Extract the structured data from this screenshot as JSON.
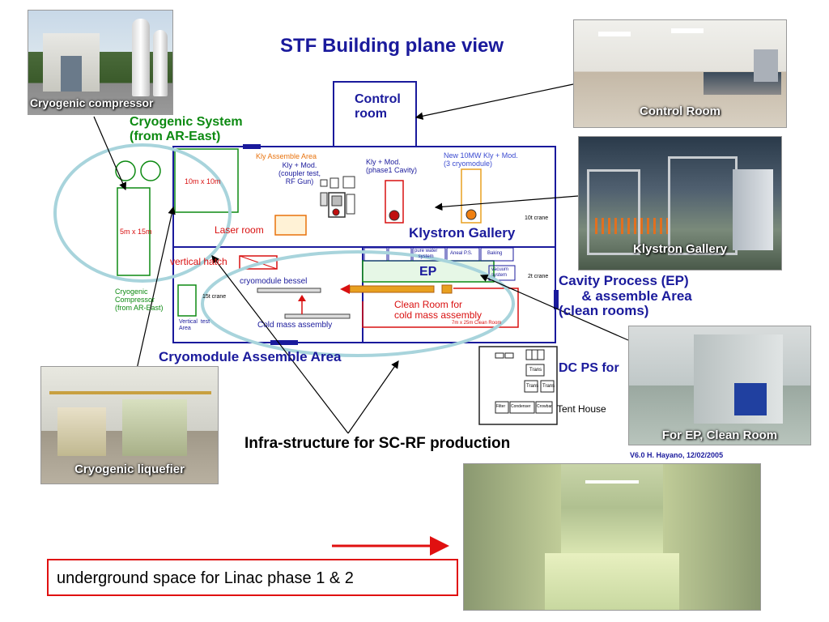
{
  "title": "STF Building plane view",
  "labels": {
    "control_room": "Control\nroom",
    "cryogenic_system": "Cryogenic System\n(from AR-East)",
    "area_10x10": "10m x 10m",
    "area_5x15": "5m x 15m",
    "kly_assemble_area": "Kly Assemble Area",
    "kly_mod_coupler": "Kly + Mod.\n(coupler test,\nRF Gun)",
    "kly_mod_phase1": "Kly + Mod.\n(phase1 Cavity)",
    "new_10mw": "New 10MW Kly + Mod.\n(3 cryomodule)",
    "crane_10t": "10t crane",
    "laser_room": "Laser room",
    "klystron_gallery": "Klystron Gallery",
    "vertical_hatch": "vertical hatch",
    "cryomodule_bessel": "cryomodule bessel",
    "crane_15t": "15t crane",
    "vertical_test_area": "Vertical  test\nArea",
    "cold_mass_assembly": "Cold mass assembly",
    "cryogenic_compressor_small": "Cryogenic\nCompressor\n(from AR-East)",
    "cryomodule_assemble_area": "Cryomodule Assemble Area",
    "pure_water_system": "pure water\nsystem",
    "anneal_ps": "Aneal P.S.",
    "baking": "Baking",
    "ep": "EP",
    "vacuum_system": "vacuum\nsystem",
    "crane_2t": "2t crane",
    "clean_room_cold_mass": "Clean Room for\ncold mass assembly",
    "clean_room_size": "7m x 25m  Clean Room",
    "cavity_process": "Cavity Process (EP)\n      & assemble Area\n(clean rooms)",
    "dc_ps": "DC PS for",
    "tent_house": "Tent House",
    "trans1": "Trans",
    "trans2": "Trans",
    "trans3": "Trans",
    "filter": "Filter",
    "condenser": "Condenser",
    "crowbar": "Crowbar",
    "infra": "Infra-structure for SC-RF production",
    "version": "V6.0 H. Hayano, 12/02/2005",
    "underground": "underground space for Linac phase 1 & 2"
  },
  "photos": {
    "cryogenic_compressor": "Cryogenic compressor",
    "control_room": "Control Room",
    "klystron_gallery": "Klystron Gallery",
    "cryogenic_liquefier": "Cryogenic liquefier",
    "ep_clean_room": "For EP, Clean Room"
  },
  "colors": {
    "blue": "#1a1a9c",
    "green": "#0d8a12",
    "red": "#d91010",
    "orange": "#e8720c",
    "ellipse": "#a8d4dc"
  }
}
